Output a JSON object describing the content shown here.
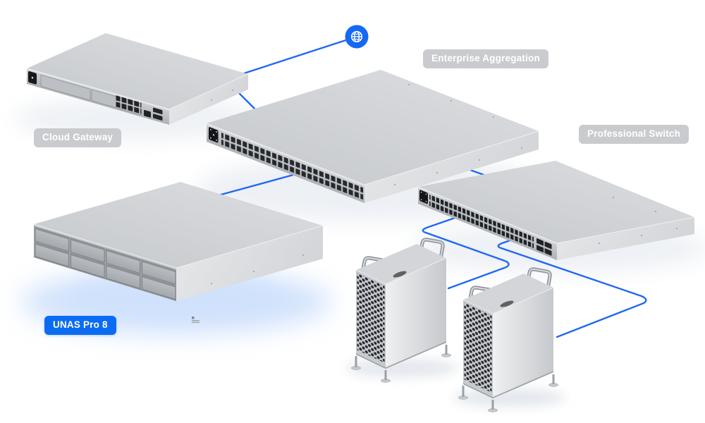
{
  "labels": {
    "cloud_gateway": "Cloud Gateway",
    "enterprise_aggregation": "Enterprise Aggregation",
    "professional_switch": "Professional Switch",
    "unas_pro_8": "UNAS Pro 8"
  },
  "icons": {
    "internet": "globe-icon"
  },
  "colors": {
    "wire_blue": "#2169f0",
    "globe_blue": "#1568f2",
    "badge_gray": "#c6c8ca",
    "badge_blue": "#0b6cf3",
    "badge_text": "#ffffff",
    "unas_glow": "#a5c6f8",
    "device_metal": "#ced0d3"
  },
  "devices": [
    {
      "id": "cloud-gateway",
      "kind": "rack-gateway",
      "label": "Cloud Gateway"
    },
    {
      "id": "enterprise-aggregation",
      "kind": "sfp-aggregation-switch",
      "label": "Enterprise Aggregation"
    },
    {
      "id": "professional-switch",
      "kind": "48-port-switch",
      "label": "Professional Switch"
    },
    {
      "id": "unas-pro-8",
      "kind": "8-bay-nas",
      "label": "UNAS Pro 8"
    },
    {
      "id": "workstation-tower-1",
      "kind": "desktop-tower"
    },
    {
      "id": "workstation-tower-2",
      "kind": "desktop-tower"
    }
  ],
  "connections": [
    {
      "from": "internet",
      "to": "cloud-gateway"
    },
    {
      "from": "cloud-gateway",
      "to": "enterprise-aggregation"
    },
    {
      "from": "enterprise-aggregation",
      "to": "unas-pro-8"
    },
    {
      "from": "enterprise-aggregation",
      "to": "professional-switch"
    },
    {
      "from": "professional-switch",
      "to": "workstation-tower-1"
    },
    {
      "from": "professional-switch",
      "to": "workstation-tower-2"
    }
  ]
}
